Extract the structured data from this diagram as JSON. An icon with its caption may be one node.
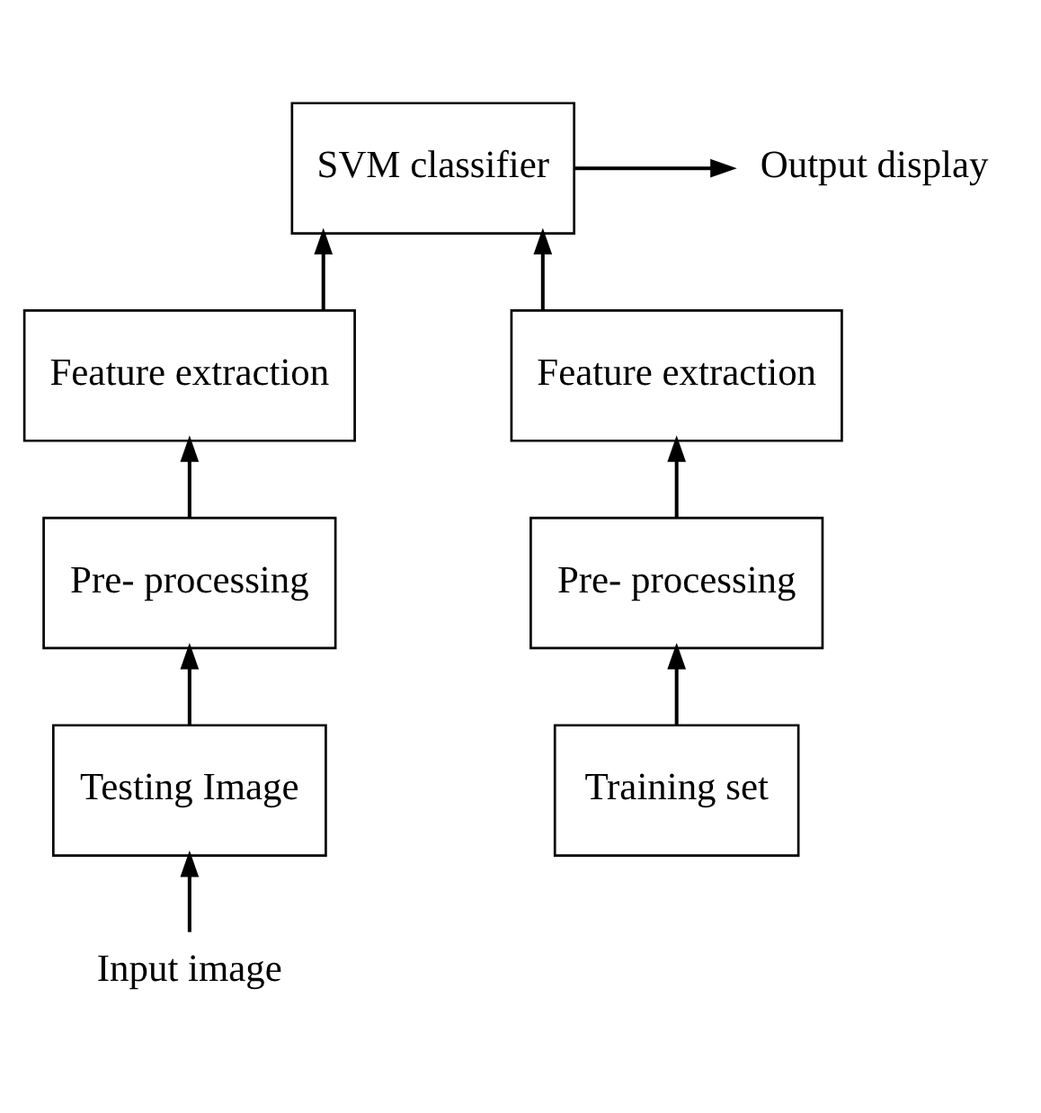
{
  "diagram": {
    "nodes": [
      {
        "text": [
          "SVM classifier"
        ]
      },
      {
        "text": [
          "Output display"
        ]
      },
      {
        "text": [
          "Feature extraction"
        ]
      },
      {
        "text": [
          "Pre- processing"
        ]
      },
      {
        "text": [
          "Testing Image"
        ]
      },
      {
        "text": [
          "Input image"
        ]
      },
      {
        "text": [
          "Feature extraction"
        ]
      },
      {
        "text": [
          "Pre- processing"
        ]
      },
      {
        "text": [
          "Training set"
        ]
      }
    ],
    "edges": [
      {
        "from": 5,
        "to": 4,
        "arrow": "to"
      },
      {
        "from": 4,
        "to": 3,
        "arrow": "to"
      },
      {
        "from": 3,
        "to": 2,
        "arrow": "to"
      },
      {
        "from": 2,
        "to": 0,
        "arrow": "to"
      },
      {
        "from": 8,
        "to": 7,
        "arrow": "to"
      },
      {
        "from": 7,
        "to": 6,
        "arrow": "to"
      },
      {
        "from": 6,
        "to": 0,
        "arrow": "to"
      },
      {
        "from": 0,
        "to": 1,
        "arrow": "to"
      }
    ]
  }
}
